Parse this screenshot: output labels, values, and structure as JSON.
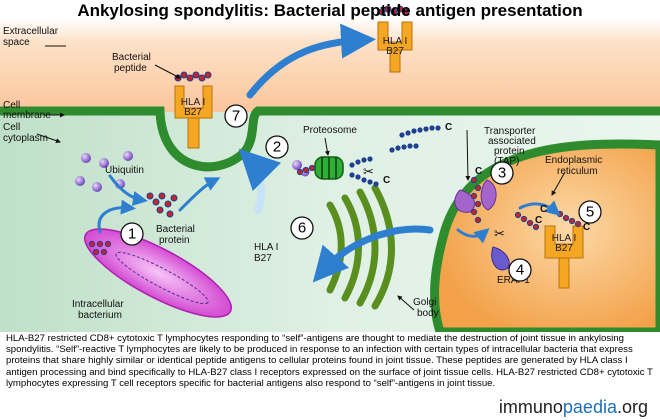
{
  "title": "Ankylosing spondylitis: Bacterial peptide antigen presentation",
  "labels": {
    "extracellular_space_1": "Extracellular",
    "extracellular_space_2": "space",
    "bacterial_peptide_1": "Bacterial",
    "bacterial_peptide_2": "peptide",
    "cell_membrane_1": "Cell",
    "cell_membrane_2": "membrane",
    "cell_cytoplasm_1": "Cell",
    "cell_cytoplasm_2": "cytoplasm",
    "proteosome": "Proteosome",
    "ubiquitin": "Ubiquitin",
    "bacterial_protein_1": "Bacterial",
    "bacterial_protein_2": "protein",
    "transporter_1": "Transporter",
    "transporter_2": "associated",
    "transporter_3": "protein",
    "transporter_4": "(TAP)",
    "er_1": "Endoplasmic",
    "er_2": "reticulum",
    "hla_i_center_1": "HLA I",
    "hla_i_center_2": "B27",
    "intracellular_bacterium_1": "Intracellular",
    "intracellular_bacterium_2": "bacterium",
    "golgi_1": "Golgi",
    "golgi_2": "body",
    "erap1": "ERAP1",
    "hla_top_1": "HLA I",
    "hla_top_2": "B27",
    "hla_pit_1": "HLA I",
    "hla_pit_2": "B27",
    "hla_er_1": "HLA I",
    "hla_er_2": "B27",
    "c": "C"
  },
  "steps": [
    "1",
    "2",
    "3",
    "4",
    "5",
    "6",
    "7"
  ],
  "caption": "HLA-B27 restricted CD8+ cytotoxic T lymphocytes responding to “self”-antigens are thought to mediate the destruction of joint tissue in ankylosing spondylitis. “Self”-reactive T lymphocytes are likely to be produced in response to an infection with certain types of intracellular bacteria that express proteins that share highly similar or identical peptide antigens to cellular proteins found in joint tissue. These peptides are generated by HLA class I antigen processing and bind specifically to HLA-B27 class I receptors expressed on the surface of joint tissue cells. HLA-B27 restricted CD8+ cytotoxic T lymphocytes expressing T cell receptors specific for bacterial antigens also respond to “self”-antigens in joint tissue.",
  "brand": {
    "part1": "immuno",
    "part2": "paedia",
    "part3": ".org"
  },
  "colors": {
    "extracellular": "#fbc9a0",
    "cytoplasm": "#cfe6d6",
    "membrane": "#2e8b2e",
    "er": "#f08a1e",
    "hla": "#f5a623",
    "bacterium": "#d94fd9",
    "golgi": "#5a8f1f",
    "tap": "#9b59b6",
    "arrow": "#2f7fd1"
  }
}
